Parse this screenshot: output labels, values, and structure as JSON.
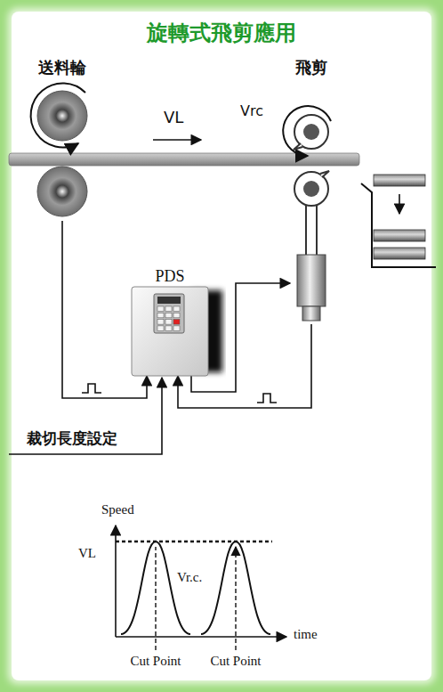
{
  "diagram": {
    "title": "旋轉式飛剪應用",
    "nodes": [
      {
        "text": [
          "送料輪"
        ]
      },
      {
        "text": [
          "飛剪"
        ]
      },
      {
        "text": [
          "PDS"
        ]
      }
    ],
    "edges": [
      {
        "from": 0,
        "to": 2,
        "arrow": "to"
      },
      {
        "from": 2,
        "to": 1,
        "arrow": "to"
      },
      {
        "from": 1,
        "to": 2,
        "arrow": "to"
      }
    ],
    "labels": [
      "VL",
      "Vrc",
      "裁切長度設定",
      "Speed",
      "VL",
      "Vr.c.",
      "time",
      "Cut Point",
      "Cut Point"
    ]
  }
}
